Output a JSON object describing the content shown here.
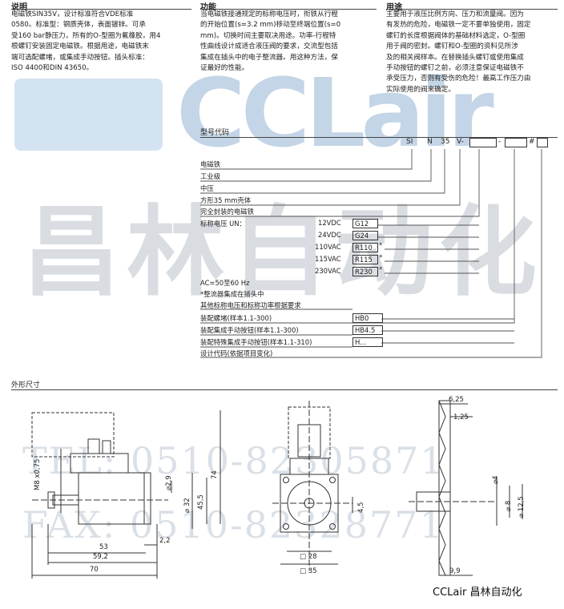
{
  "sections": {
    "desc": {
      "title": "说明",
      "lines": [
        "电磁铁SIN35V，设计标准符合VDE标准",
        "0580。标准型：钢质壳体，表面镀锌。可承",
        "受160 bar静压力，所有的O-型圈为氟橡胶，用4",
        "根螺钉安装固定电磁铁。根据用途，电磁铁末",
        "端可选配螺堵，或集成手动按钮。插头标准：",
        "ISO 4400和DIN 43650。"
      ]
    },
    "func": {
      "title": "功能",
      "lines": [
        "当电磁铁接通规定的标称电压时，衔铁从行程",
        "的开始位置(s=3.2 mm)移动至终端位置(s=0",
        "mm)。切换时间主要取决用途。功率-行程特",
        "性曲线设计成适合液压阀的要求，交流型包括",
        "集成在插头中的电子整流器。用这种方法，保",
        "证最好的性能。"
      ]
    },
    "usage": {
      "title": "用途",
      "lines": [
        "主要用于液压比例方向、压力和流量阀。因为",
        "有发热的危险，电磁铁一定不要单独使用，固定",
        "螺钉的长度根据阀体的基础材料选定，O-型圈",
        "用于阀的密封。螺钉和O-型圈的资料见所涉",
        "及的相关阀样本。在替换插头螺钉或使用集成",
        "手动按钮的螺钉之前，必须注意保证电磁铁不",
        "承受压力，否则有受伤的危险！最高工作压力由",
        "实际使用的阀来确定。"
      ]
    }
  },
  "watermark": {
    "brand": "CCLair",
    "cn": "昌林自动化",
    "tel": "TEL: 0510-82305871",
    "fax": "FAX: 0510-82328771"
  },
  "model_code": {
    "title": "型号代码",
    "letters": [
      "SI",
      "N",
      "35",
      "V-",
      "-",
      "#"
    ],
    "rows": [
      "电磁铁",
      "工业级",
      "中压",
      "方形35 mm壳体",
      "完全封装的电磁铁"
    ],
    "voltage_label": "标称电压 UN：",
    "voltages": [
      {
        "v": "12VDC",
        "code": "G12",
        "star": ""
      },
      {
        "v": "24VDC",
        "code": "G24",
        "star": ""
      },
      {
        "v": "110VAC",
        "code": "R110",
        "star": "*"
      },
      {
        "v": "115VAC",
        "code": "R115",
        "star": "*"
      },
      {
        "v": "230VAC",
        "code": "R230",
        "star": "*"
      }
    ],
    "ac_note": "AC=50至60 Hz",
    "rect_note": "*整流器集成在插头中",
    "other_note": "其他标称电压和标称功率根据要求",
    "options": [
      {
        "label": "装配螺堵(样本1.1-300)",
        "code": "HB0"
      },
      {
        "label": "装配集成手动按钮(样本1.1-300)",
        "code": "HB4.5"
      },
      {
        "label": "装配特殊集成手动按钮(样本1.1-310)",
        "code": "H..."
      }
    ],
    "design_code": "设计代码(依据项目变化)"
  },
  "outline": {
    "title": "外形尺寸",
    "dims_a": {
      "m8": "M8 x0,75",
      "d29": "⌀2,9",
      "d32": "⌀ 32",
      "h455": "45,5",
      "h74": "74",
      "w53": "53",
      "w22": "2,2",
      "w592": "59,2",
      "w70": "70"
    },
    "dims_b": {
      "h45": "4,5",
      "w28": "□ 28",
      "w35": "□ 35"
    },
    "dims_c": {
      "w625": "6,25",
      "w125": "1,25",
      "d4": "⌀4",
      "d8": "⌀ 8",
      "d125": "⌀ 12,5",
      "w99": "9,9"
    }
  },
  "footer_brand": {
    "latin": "CCLair",
    "cn": "昌林自动化"
  }
}
